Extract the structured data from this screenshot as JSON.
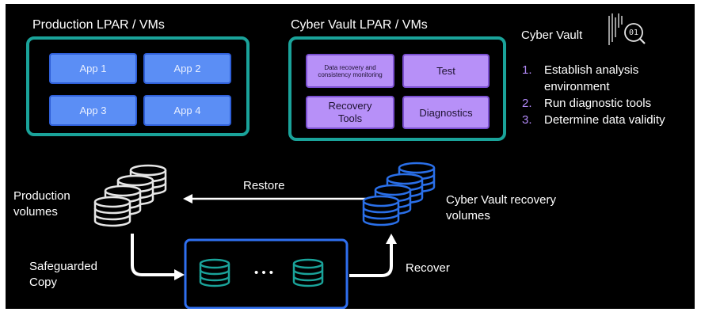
{
  "production": {
    "title": "Production LPAR / VMs",
    "apps": [
      "App 1",
      "App 2",
      "App 3",
      "App 4"
    ]
  },
  "cyber_vault": {
    "title": "Cyber Vault LPAR / VMs",
    "tiles": [
      "Data recovery and consistency monitoring",
      "Test",
      "Recovery Tools",
      "Diagnostics"
    ]
  },
  "legend": {
    "title": "Cyber Vault",
    "icon_text": "01",
    "steps": [
      {
        "num": "1.",
        "text": "Establish analysis environment"
      },
      {
        "num": "2.",
        "text": "Run diagnostic tools"
      },
      {
        "num": "3.",
        "text": "Determine data validity"
      }
    ]
  },
  "flow": {
    "production_volumes": "Production volumes",
    "recovery_volumes": "Cyber Vault recovery volumes",
    "restore": "Restore",
    "recover": "Recover",
    "safeguarded_copy": "Safeguarded Copy",
    "ellipsis": "• • •"
  },
  "colors": {
    "background": "#000000",
    "panel_border": "#1aa39a",
    "app_fill": "#5b8ef5",
    "vault_fill": "#b790f8",
    "step_number": "#b088f5",
    "safeguarded_border": "#2f6ff0",
    "db_white": "#e6e6e6",
    "db_blue": "#2a6fe8",
    "db_teal": "#1aa39a"
  },
  "icons": {
    "legend_icon": "binary-magnifier-icon",
    "production_db": "database-stack-icon",
    "recovery_db": "database-stack-icon",
    "safeguarded_db": "database-icon"
  }
}
